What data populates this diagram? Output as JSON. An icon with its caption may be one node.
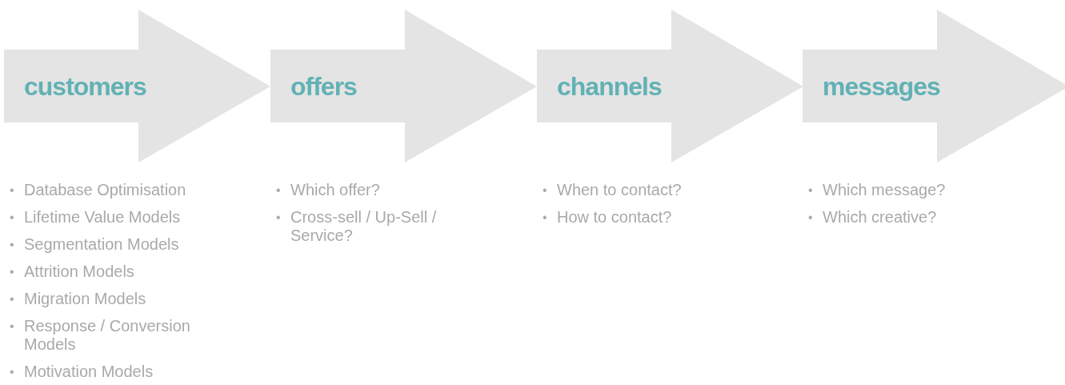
{
  "diagram": {
    "nodes": [
      {
        "text": [
          "customers"
        ],
        "beside": [
          "• Database Optimisation",
          "• Lifetime Value Models",
          "• Segmentation Models",
          "• Attrition Models",
          "• Migration Models",
          "• Response / Conversion Models",
          "• Motivation Models"
        ]
      },
      {
        "text": [
          "offers"
        ],
        "beside": [
          "• Which offer?",
          "• Cross-sell / Up-Sell / Service?"
        ]
      },
      {
        "text": [
          "channels"
        ],
        "beside": [
          "• When to contact?",
          "• How to contact?"
        ]
      },
      {
        "text": [
          "messages"
        ],
        "beside": [
          "• Which message?",
          "• Which creative?"
        ]
      }
    ]
  }
}
